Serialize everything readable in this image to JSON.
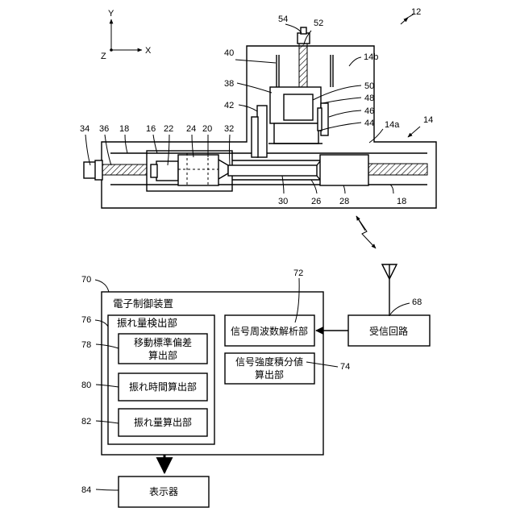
{
  "axes": {
    "y": "Y",
    "x": "X",
    "z": "Z"
  },
  "refs": {
    "r12": "12",
    "r14": "14",
    "r14a": "14a",
    "r14b": "14b",
    "r16": "16",
    "r18a": "18",
    "r18b": "18",
    "r20": "20",
    "r22": "22",
    "r24": "24",
    "r26": "26",
    "r28": "28",
    "r30": "30",
    "r32": "32",
    "r34": "34",
    "r36": "36",
    "r38": "38",
    "r40": "40",
    "r42": "42",
    "r44": "44",
    "r46": "46",
    "r48": "48",
    "r50": "50",
    "r52": "52",
    "r54": "54",
    "r68": "68",
    "r70": "70",
    "r72": "72",
    "r74": "74",
    "r76": "76",
    "r78": "78",
    "r80": "80",
    "r82": "82",
    "r84": "84"
  },
  "blocks": {
    "ecu": "電子制御装置",
    "shake_detector": "振れ量検出部",
    "moving_sd_line1": "移動標準偏差",
    "moving_sd_line2": "算出部",
    "shake_time": "振れ時間算出部",
    "shake_amount": "振れ量算出部",
    "freq_analysis": "信号周波数解析部",
    "intensity_line1": "信号強度積分値",
    "intensity_line2": "算出部",
    "receiver": "受信回路",
    "display": "表示器"
  }
}
